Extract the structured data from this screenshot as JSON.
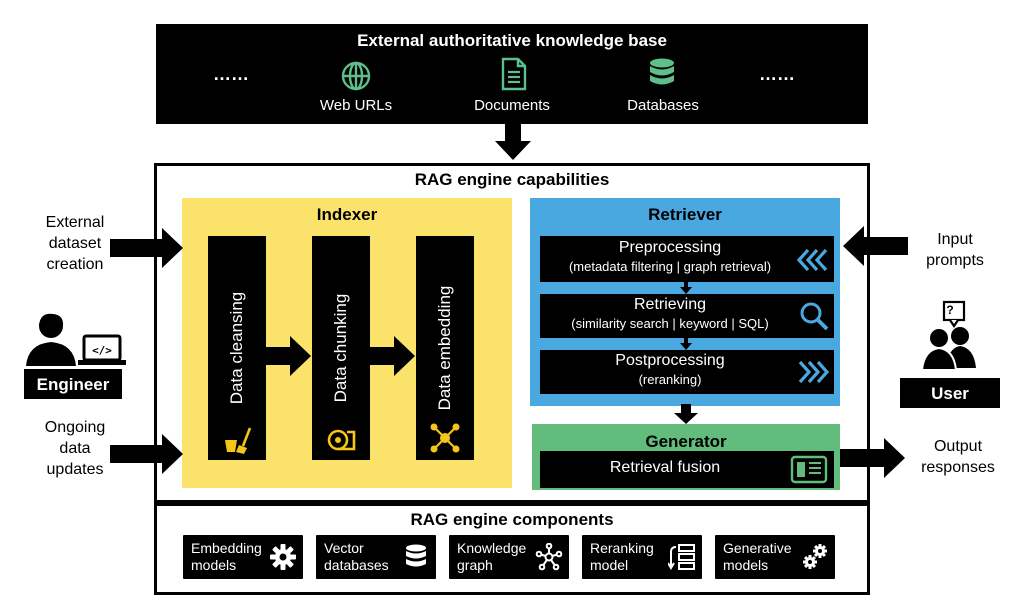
{
  "knowledge_base": {
    "title": "External authoritative knowledge base",
    "ellipsis_left": "……",
    "ellipsis_right": "……",
    "sources": [
      {
        "label": "Web URLs",
        "icon": "globe-icon"
      },
      {
        "label": "Documents",
        "icon": "document-icon"
      },
      {
        "label": "Databases",
        "icon": "database-icon"
      }
    ]
  },
  "capabilities": {
    "title": "RAG engine capabilities",
    "indexer": {
      "title": "Indexer",
      "steps": [
        {
          "label": "Data cleansing",
          "icon": "broom-bucket-icon"
        },
        {
          "label": "Data chunking",
          "icon": "paper-roll-icon"
        },
        {
          "label": "Data embedding",
          "icon": "network-node-icon"
        }
      ]
    },
    "retriever": {
      "title": "Retriever",
      "steps": [
        {
          "label": "Preprocessing",
          "sub": "(metadata filtering | graph retrieval)",
          "icon": "triple-chevron-left-icon"
        },
        {
          "label": "Retrieving",
          "sub": "(similarity search | keyword | SQL)",
          "icon": "magnifier-icon"
        },
        {
          "label": "Postprocessing",
          "sub": "(reranking)",
          "icon": "triple-chevron-right-icon"
        }
      ]
    },
    "generator": {
      "title": "Generator",
      "step": "Retrieval fusion",
      "icon": "fusion-panel-icon"
    }
  },
  "left_inputs": {
    "external_dataset": "External\ndataset\ncreation",
    "engineer": "Engineer",
    "ongoing_updates": "Ongoing\ndata\nupdates"
  },
  "right_io": {
    "input_prompts": "Input\nprompts",
    "user": "User",
    "user_bubble": "?",
    "output_responses": "Output\nresponses"
  },
  "components": {
    "title": "RAG engine components",
    "items": [
      {
        "label": "Embedding\nmodels",
        "icon": "gear-icon"
      },
      {
        "label": "Vector\ndatabases",
        "icon": "database-icon"
      },
      {
        "label": "Knowledge\ngraph",
        "icon": "graph-icon"
      },
      {
        "label": "Reranking\nmodel",
        "icon": "rerank-list-icon"
      },
      {
        "label": "Generative\nmodels",
        "icon": "gears-icon"
      }
    ]
  },
  "colors": {
    "indexer": "#fbe26b",
    "retriever": "#4aa8e0",
    "generator": "#62bd7c",
    "icon_green": "#5dc08a",
    "icon_yellow": "#f5c518",
    "icon_blue": "#4aa8e0"
  }
}
